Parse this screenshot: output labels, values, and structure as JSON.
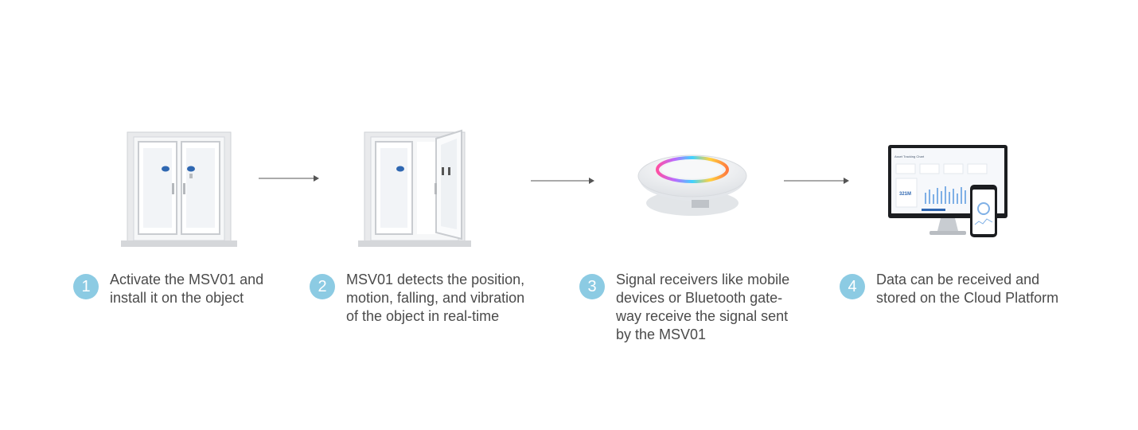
{
  "steps": [
    {
      "number": "1",
      "lines": [
        "Activate the MSV01 and",
        "install it on the object"
      ]
    },
    {
      "number": "2",
      "lines": [
        "MSV01 detects the position,",
        "motion, falling, and vibration",
        "of the object in real-time"
      ]
    },
    {
      "number": "3",
      "lines": [
        "Signal receivers like mobile",
        "devices or Bluetooth gate-",
        "way receive the signal sent",
        "by the MSV01"
      ]
    },
    {
      "number": "4",
      "lines": [
        "Data can be received and",
        "stored on the Cloud Platform"
      ]
    }
  ],
  "dashboard": {
    "title": "Asset Tracking Chart",
    "big_number": "321M"
  },
  "colors": {
    "badge": "#8ccbe3",
    "text": "#4b4b4b",
    "arrow": "#555555"
  }
}
